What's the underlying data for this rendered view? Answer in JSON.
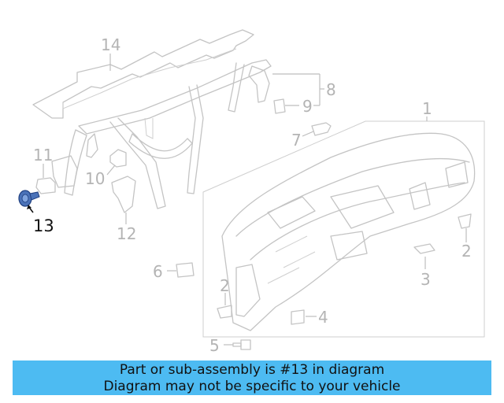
{
  "diagram": {
    "labels": {
      "l1": "1",
      "l2a": "2",
      "l2b": "2",
      "l3": "3",
      "l4": "4",
      "l5": "5",
      "l6": "6",
      "l7": "7",
      "l8": "8",
      "l9": "9",
      "l10": "10",
      "l11": "11",
      "l12": "12",
      "l13": "13",
      "l14": "14"
    },
    "highlighted_part": "13",
    "colors": {
      "highlight": "#4a72b8",
      "lines": "#c4c4c4",
      "banner": "#4dbbf2"
    }
  },
  "banner": {
    "line1": "Part or sub-assembly is #13 in diagram",
    "line2": "Diagram may not be specific to your vehicle"
  }
}
